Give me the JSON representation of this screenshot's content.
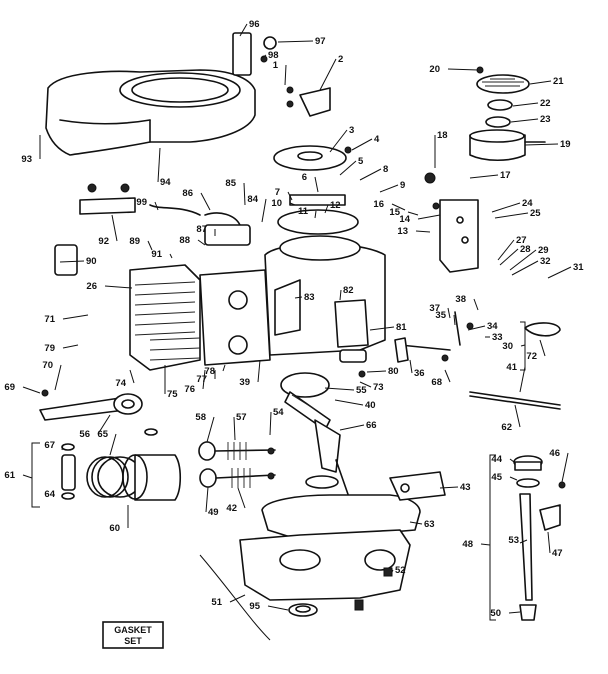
{
  "diagram": {
    "labels": [
      "96",
      "97",
      "98",
      "1",
      "2",
      "20",
      "21",
      "22",
      "23",
      "19",
      "93",
      "94",
      "3",
      "4",
      "5",
      "6",
      "7",
      "8",
      "9",
      "10",
      "11",
      "12",
      "16",
      "15",
      "14",
      "24",
      "25",
      "13",
      "17",
      "18",
      "86",
      "85",
      "84",
      "99",
      "92",
      "87",
      "88",
      "89",
      "91",
      "90",
      "26",
      "27",
      "28",
      "29",
      "31",
      "32",
      "38",
      "37",
      "35",
      "34",
      "33",
      "30",
      "72",
      "71",
      "79",
      "83",
      "82",
      "81",
      "80",
      "73",
      "74",
      "75",
      "76",
      "77",
      "78",
      "39",
      "36",
      "68",
      "69",
      "70",
      "56",
      "55",
      "40",
      "41",
      "62",
      "58",
      "57",
      "54",
      "66",
      "65",
      "67",
      "64",
      "61",
      "60",
      "49",
      "42",
      "43",
      "44",
      "45",
      "46",
      "47",
      "48",
      "53",
      "50",
      "63",
      "52",
      "51",
      "95"
    ],
    "gasket_box": {
      "line1": "GASKET",
      "line2": "SET"
    }
  }
}
